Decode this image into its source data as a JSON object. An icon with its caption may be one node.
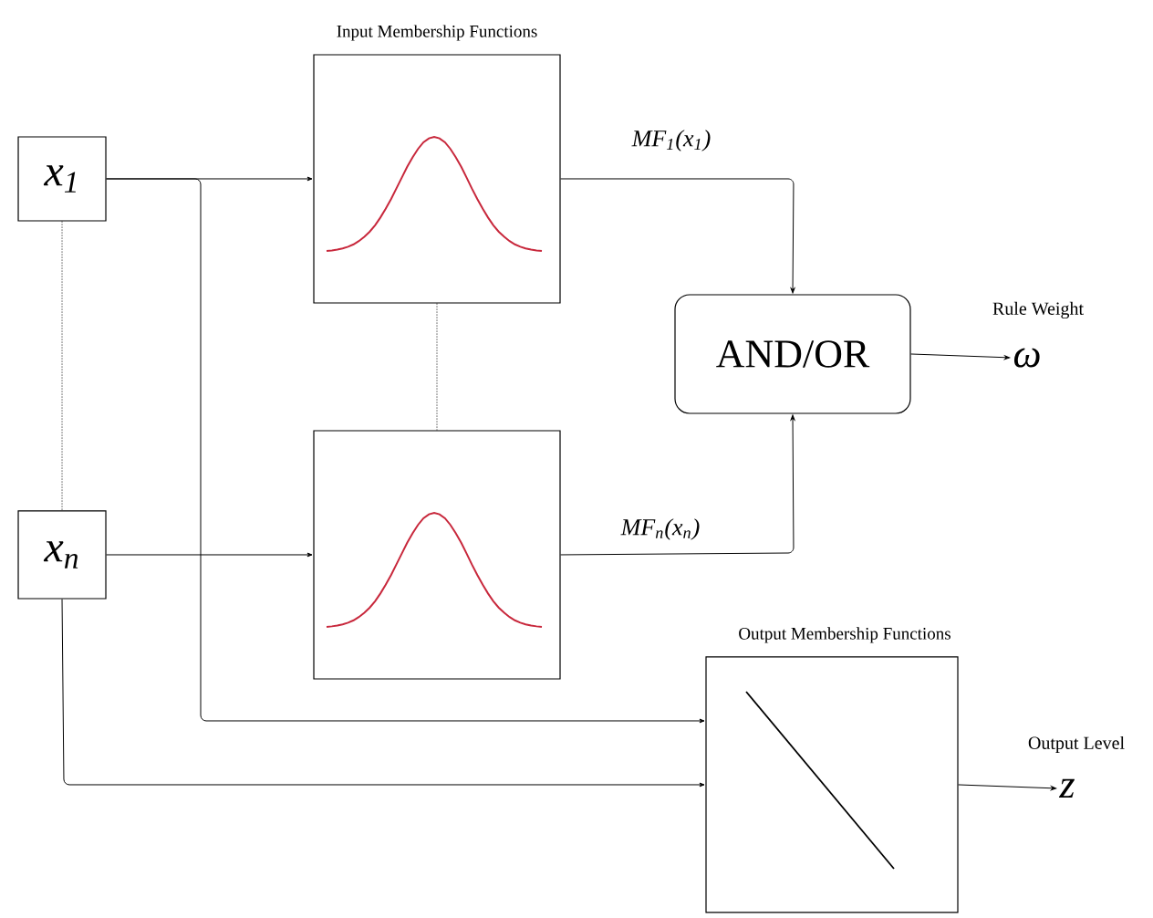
{
  "diagram": {
    "nodes": [
      {
        "text": [
          "x$_{1}$"
        ]
      },
      {
        "text": [
          "x$_{n}$"
        ]
      },
      {
        "text": [
          "Input Membership Functions"
        ]
      },
      {
        "text": [],
        "shape": "box"
      },
      {
        "text": [
          "AND/OR"
        ]
      },
      {
        "text": [
          "ω"
        ],
        "beside": [
          "Rule Weight"
        ]
      },
      {
        "text": [
          "Output Membership Functions"
        ]
      },
      {
        "text": [
          "z"
        ],
        "beside": [
          "Output Level"
        ]
      }
    ],
    "edges": [
      {
        "from": 0,
        "to": 2,
        "arrow": "to"
      },
      {
        "from": 1,
        "to": 3,
        "arrow": "to"
      },
      {
        "from": 2,
        "to": 4,
        "arrow": "to",
        "label": "MF$_{1}$(x$_{1}$)"
      },
      {
        "from": 3,
        "to": 4,
        "arrow": "to",
        "label": "MF$_{n}$(x$_{n}$)"
      },
      {
        "from": 4,
        "to": 5,
        "arrow": "to"
      },
      {
        "from": 0,
        "to": 6,
        "arrow": "to"
      },
      {
        "from": 1,
        "to": 6,
        "arrow": "to"
      },
      {
        "from": 6,
        "to": 7,
        "arrow": "to"
      },
      {
        "from": 0,
        "to": 1,
        "arrow": "none",
        "style": "dashed"
      },
      {
        "from": 2,
        "to": 3,
        "arrow": "none",
        "style": "dashed"
      }
    ]
  }
}
